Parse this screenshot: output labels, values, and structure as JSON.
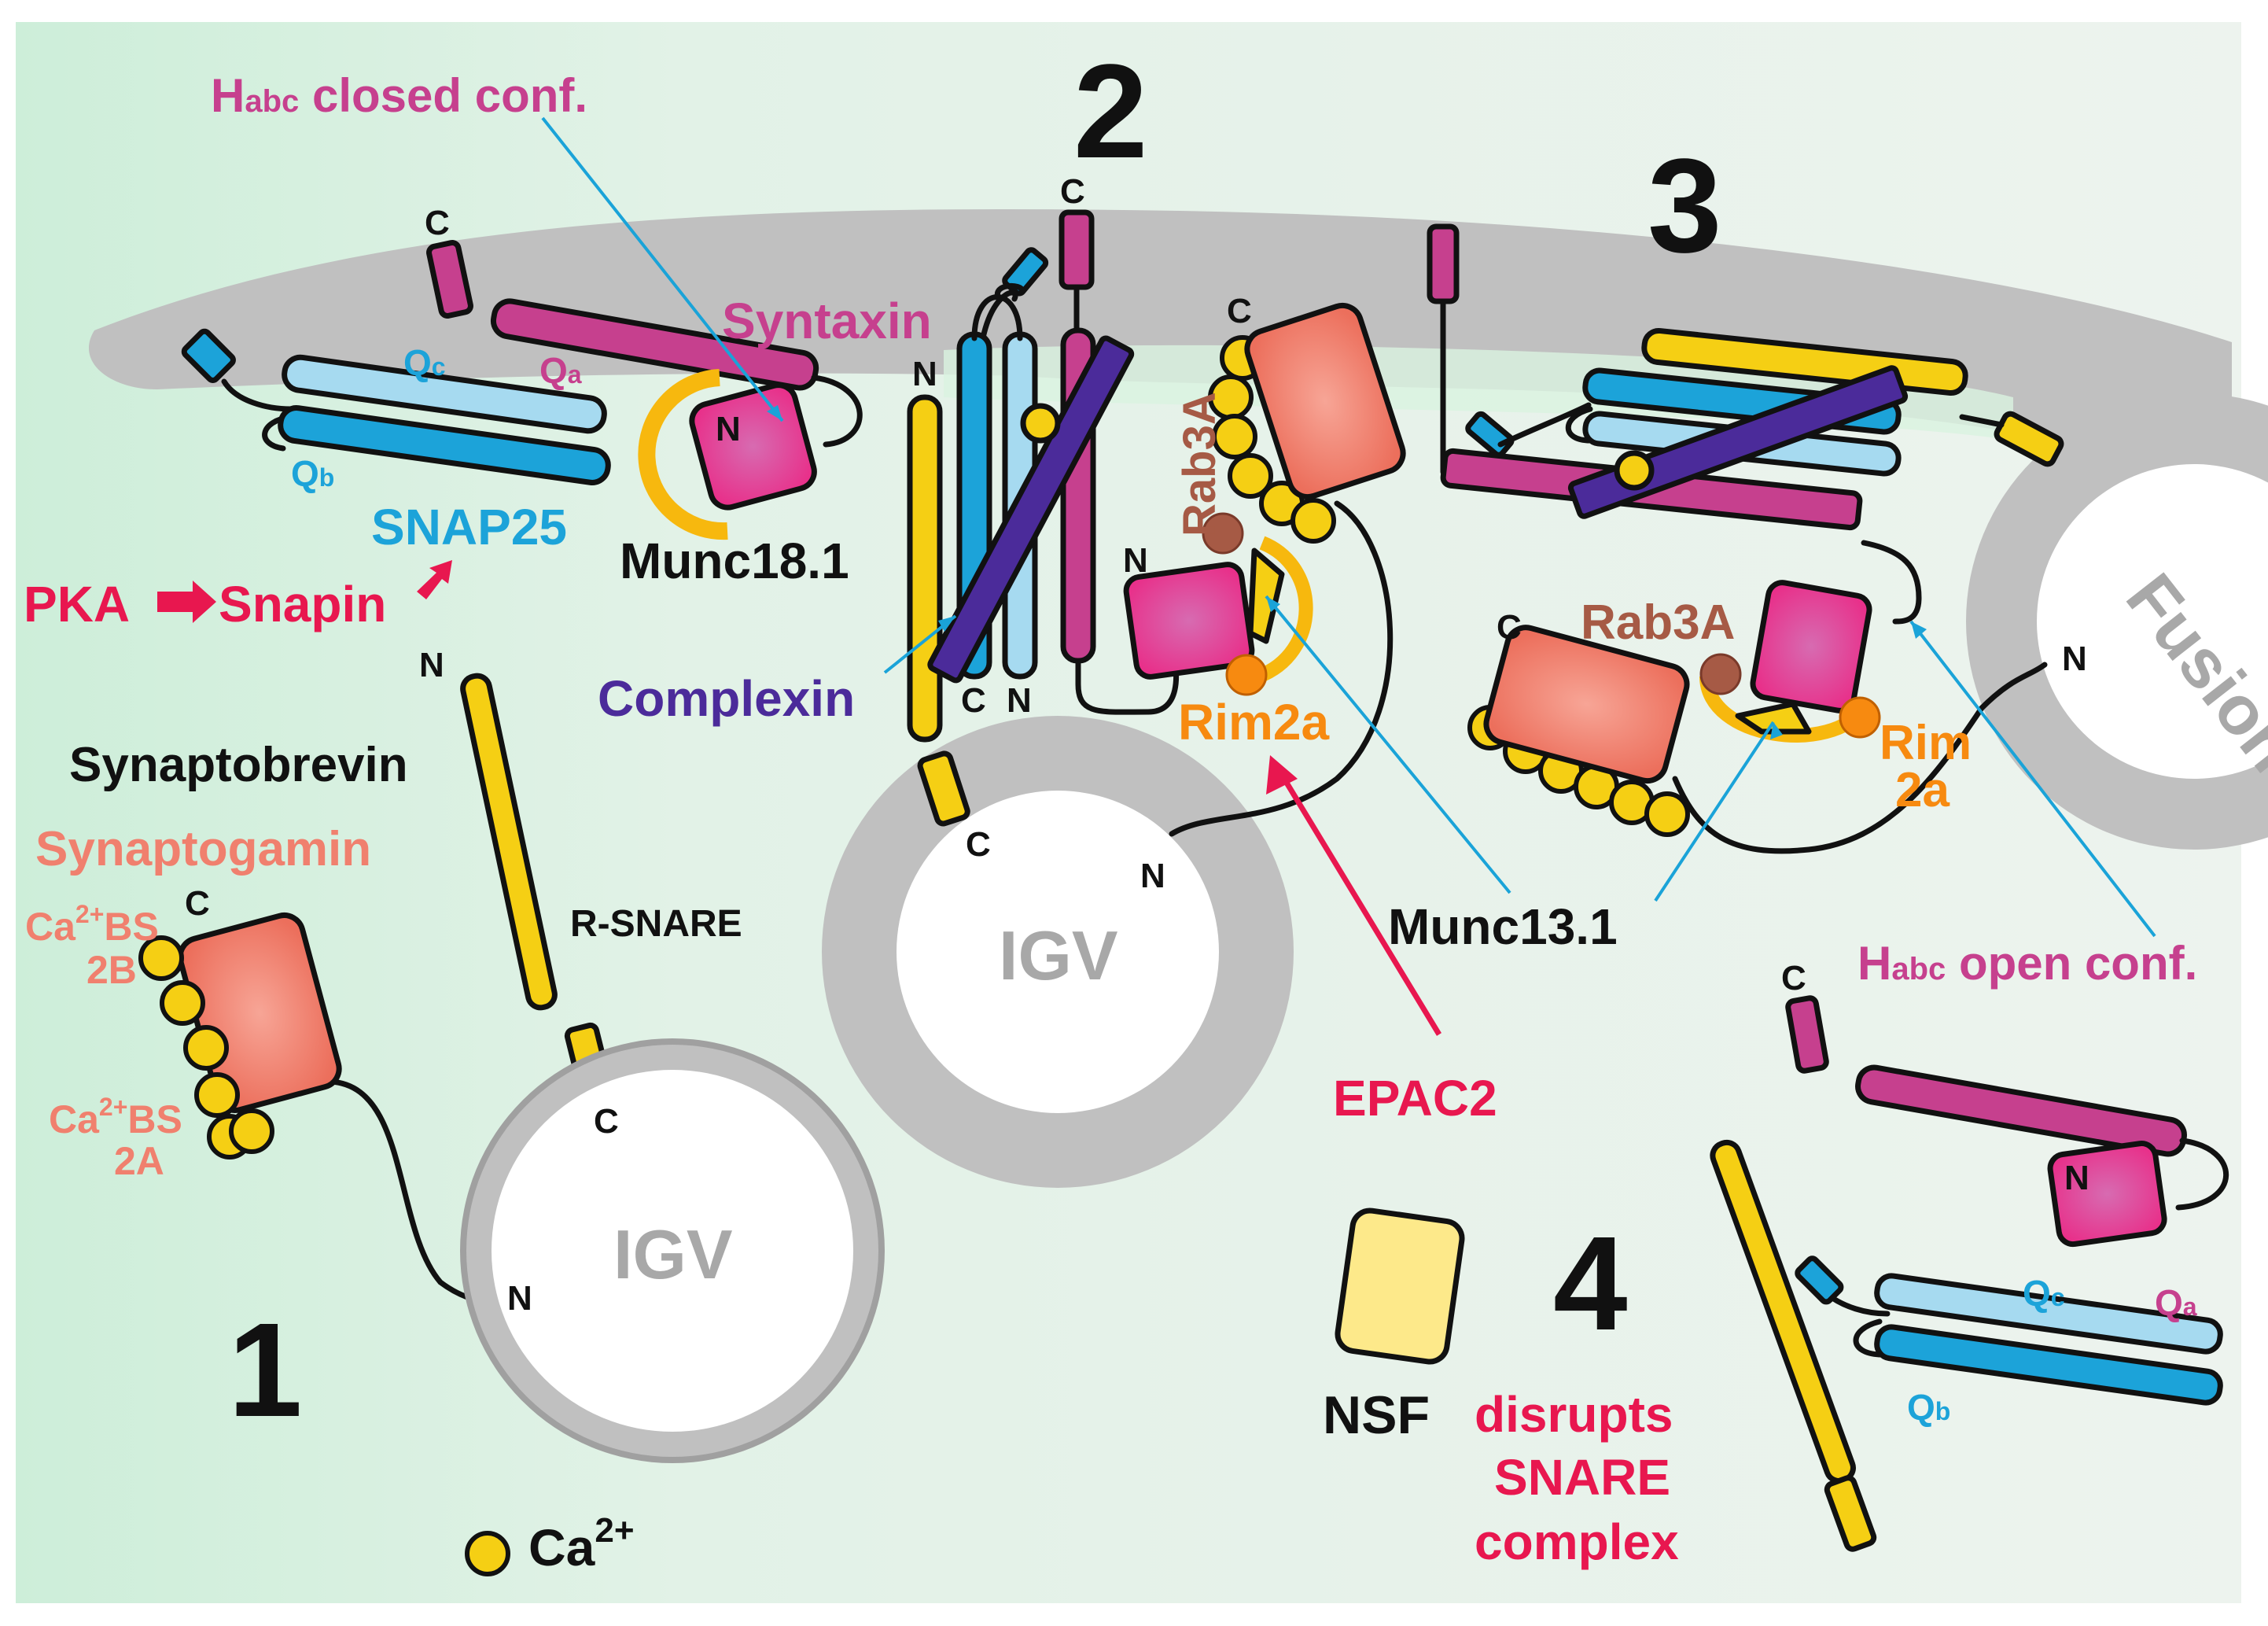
{
  "colors": {
    "background_left": "#cdeed9",
    "background_right": "#e9f3ec",
    "membrane": "#c0c0c0",
    "syntaxin": "#c6408e",
    "munc18": "#e8308a",
    "snap25_light": "#a6daf0",
    "snap25_dark": "#1ca3d9",
    "synaptobrevin": "#f5cf14",
    "complexin": "#4b2b9a",
    "synaptotagmin": "#f0806e",
    "rim_ring": "#f7b80e",
    "rab3a_dot": "#a65a45",
    "rim_dot": "#f78a10",
    "nsf": "#fde98a",
    "pointer_cyan": "#1aa3d8",
    "arrow_red": "#e8174f"
  },
  "steps": {
    "s1": "1",
    "s2": "2",
    "s3": "3",
    "s4": "4"
  },
  "labels": {
    "habc_closed_h": "H",
    "habc_closed_sub": "abc",
    "habc_closed_rest": " closed conf.",
    "habc_open_h": "H",
    "habc_open_sub": "abc",
    "habc_open_rest": " open conf.",
    "syntaxin": "Syntaxin",
    "qa": "Q",
    "qa_sub": "a",
    "qb": "Q",
    "qb_sub": "b",
    "qc": "Q",
    "qc_sub": "c",
    "snap25": "SNAP25",
    "munc18": "Munc18.1",
    "pka": "PKA",
    "snapin": "Snapin",
    "complexin": "Complexin",
    "rab3a": "Rab3A",
    "rim2a": "Rim2a",
    "rim": "Rim",
    "rim_2a": "2a",
    "munc13": "Munc13.1",
    "epac2": "EPAC2",
    "synaptobrevin": "Synaptobrevin",
    "synaptogamin": "Synaptogamin",
    "ca_bs": "Ca",
    "ca_bs_sup": "2+",
    "bs": "BS",
    "bs_2b": "2B",
    "bs_2a": "2A",
    "r_snare": "R-SNARE",
    "igv": "IGV",
    "fusion": "Fusion",
    "nsf": "NSF",
    "disrupts_1": "disrupts",
    "disrupts_2": "SNARE",
    "disrupts_3": "complex",
    "ca_legend": "Ca",
    "ca_legend_sup": "2+",
    "term_c": "C",
    "term_n": "N"
  }
}
